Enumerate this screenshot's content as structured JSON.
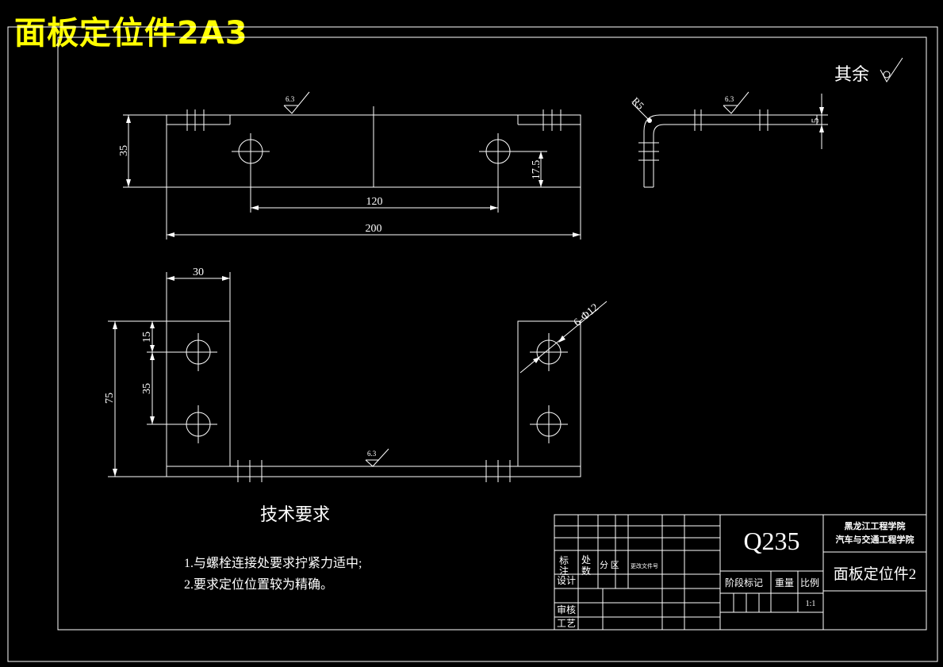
{
  "title": "面板定位件2A3",
  "surface_note": {
    "prefix": "其余",
    "roughness": "6.3"
  },
  "dimensions": {
    "top_height": "35",
    "hole_center_height": "17.5",
    "hole_spacing": "120",
    "overall_length": "200",
    "plate_width": "30",
    "plan_height": "75",
    "edge_to_hole": "15",
    "hole_pitch": "35",
    "holes": "6-Φ12",
    "bend_radius": "R5",
    "thickness": "5"
  },
  "tech_requirements": {
    "heading": "技术要求",
    "items": [
      "1.与螺栓连接处要求拧紧力适中;",
      "2.要求定位位置较为精确。"
    ]
  },
  "title_block": {
    "material": "Q235",
    "school_line1": "黑龙江工程学院",
    "school_line2": "汽车与交通工程学院",
    "part_name": "面板定位件2",
    "label_mark": "标",
    "label_mark2": "注",
    "label_count": "处",
    "label_count2": "数",
    "label_zone": "分 区",
    "label_doc": "更改文件号",
    "label_design": "设计",
    "label_review": "审核",
    "label_process": "工艺",
    "label_stage": "阶段标记",
    "label_weight": "重量",
    "label_scale": "比例",
    "scale": "1:1"
  }
}
